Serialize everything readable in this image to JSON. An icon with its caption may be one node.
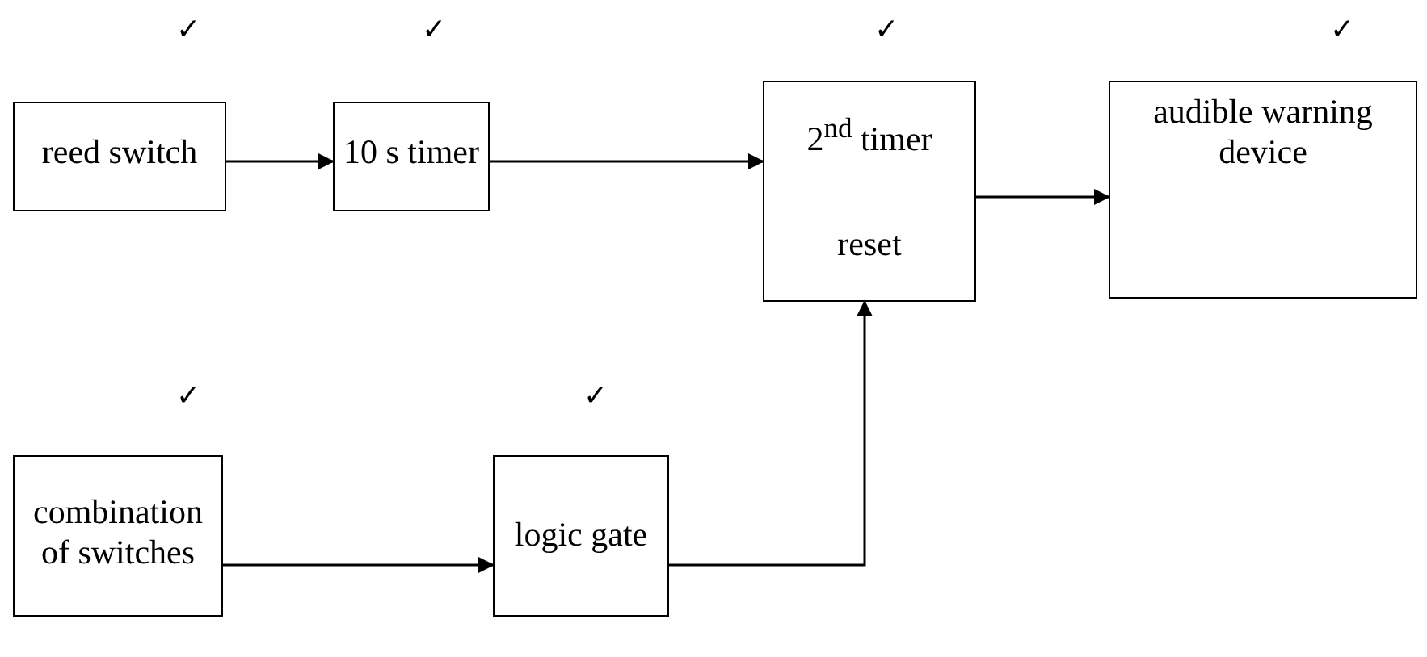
{
  "diagram": {
    "nodes": [
      {
        "text": [
          "reed switch"
        ]
      },
      {
        "text": [
          "10 s timer"
        ]
      },
      {
        "text": [
          "2$^{nd}$ timer",
          "reset"
        ]
      },
      {
        "text": [
          "audible warning device"
        ]
      },
      {
        "text": [
          "combination of switches"
        ]
      },
      {
        "text": [
          "logic gate"
        ]
      }
    ],
    "edges": [
      {
        "from": 0,
        "to": 1,
        "arrow": "to"
      },
      {
        "from": 1,
        "to": 2,
        "arrow": "to"
      },
      {
        "from": 2,
        "to": 3,
        "arrow": "to"
      },
      {
        "from": 4,
        "to": 5,
        "arrow": "to"
      },
      {
        "from": 5,
        "to": 2,
        "arrow": "to"
      }
    ],
    "labels": [
      "✓",
      "✓",
      "✓",
      "✓",
      "✓",
      "✓"
    ]
  }
}
